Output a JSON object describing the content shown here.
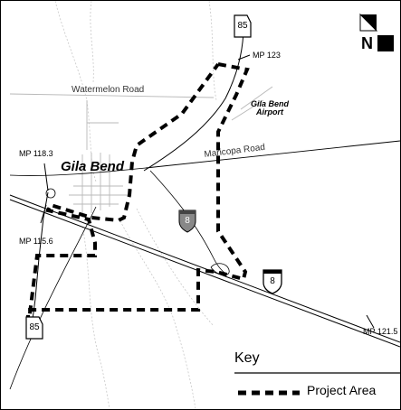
{
  "places": {
    "town": "Gila Bend",
    "airport_line1": "Gila Bend",
    "airport_line2": "Airport"
  },
  "roads": {
    "watermelon": "Watermelon Road",
    "maricopa": "Maricopa Road"
  },
  "mileposts": {
    "mp123": "MP 123",
    "mp118": "MP 118.3",
    "mp115": "MP 115.6",
    "mp121": "MP 121.5"
  },
  "shields": {
    "sr85_north": "85",
    "sr85_south": "85",
    "i8_east": "8",
    "i8_center": "8"
  },
  "north_arrow": {
    "letter": "N"
  },
  "legend": {
    "title": "Key",
    "items": [
      {
        "label": "Project Area"
      }
    ]
  },
  "colors": {
    "project_area": "#000000",
    "highway": "#000000",
    "street": "#b0b0b0",
    "background": "#ffffff"
  }
}
